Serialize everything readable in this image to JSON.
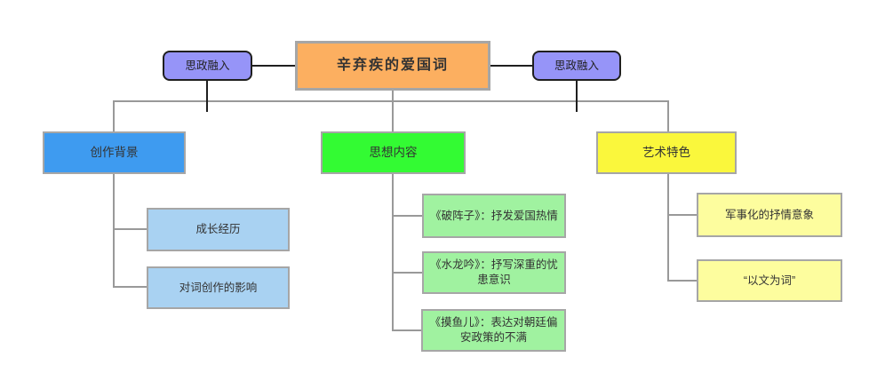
{
  "diagram": {
    "title": "辛弃疾的爱国词",
    "callouts": {
      "left": "思政融入",
      "right": "思政融入"
    },
    "branches": [
      {
        "label": "创作背景",
        "children": [
          "成长经历",
          "对词创作的影响"
        ]
      },
      {
        "label": "思想内容",
        "children": [
          "《破阵子》：抒发爱国热情",
          "《水龙吟》：抒写深重的忧患意识",
          "《摸鱼儿》：表达对朝廷偏安政策的不满"
        ]
      },
      {
        "label": "艺术特色",
        "children": [
          "军事化的抒情意象",
          "“以文为词”"
        ]
      }
    ],
    "colors": {
      "root_fill": "#FCAF60",
      "callout_fill": "#9694F8",
      "branch_fills": [
        "#3E9BF0",
        "#33FB33",
        "#FAF73C"
      ],
      "child_fills": [
        "#A9D2F2",
        "#A0F2A0",
        "#FDFD9E"
      ],
      "connector_gray": "#999999",
      "connector_black": "#1F1F1F",
      "box_border": "#A6A6A6",
      "text": "#333333"
    }
  }
}
